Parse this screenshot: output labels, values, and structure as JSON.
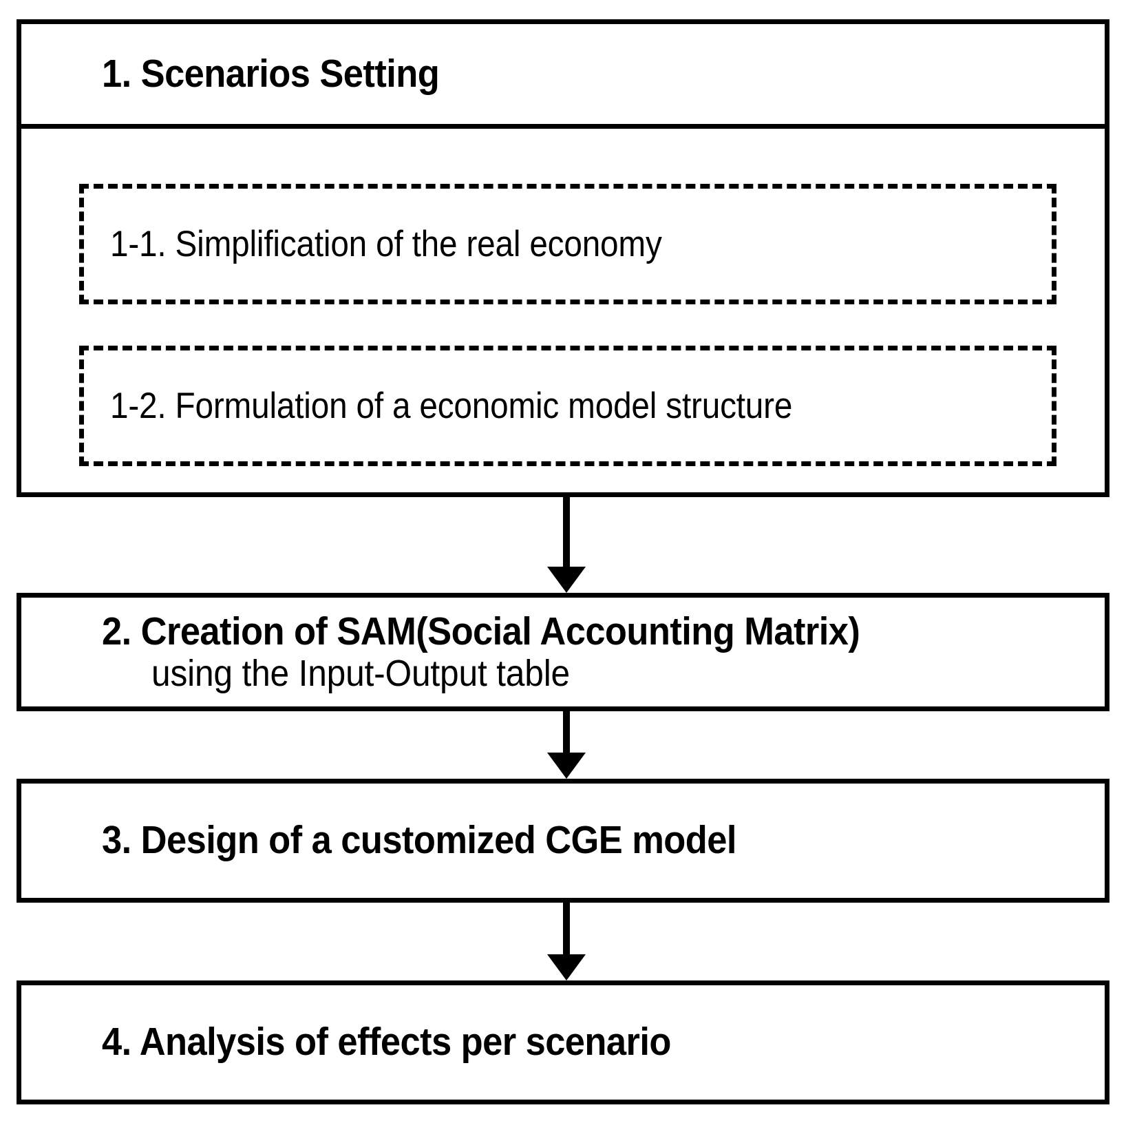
{
  "diagram": {
    "title": "CGE modeling workflow flowchart",
    "colors": {
      "line": "#000000",
      "background": "#ffffff",
      "text": "#000000"
    },
    "stage1": {
      "heading": "1. Scenarios Setting",
      "substeps": [
        {
          "label": "1-1. Simplification of the real economy"
        },
        {
          "label": "1-2. Formulation of a economic model structure"
        }
      ]
    },
    "stage2": {
      "line1": "2. Creation of SAM(Social Accounting Matrix)",
      "line2": "using the Input-Output  table"
    },
    "stage3": {
      "line1": "3. Design of a customized CGE model"
    },
    "stage4": {
      "line1": "4. Analysis of effects per scenario"
    },
    "connectors": [
      {
        "name": "stage1-to-stage2",
        "direction": "down"
      },
      {
        "name": "stage2-to-stage3",
        "direction": "down"
      },
      {
        "name": "stage3-to-stage4",
        "direction": "down"
      }
    ]
  }
}
